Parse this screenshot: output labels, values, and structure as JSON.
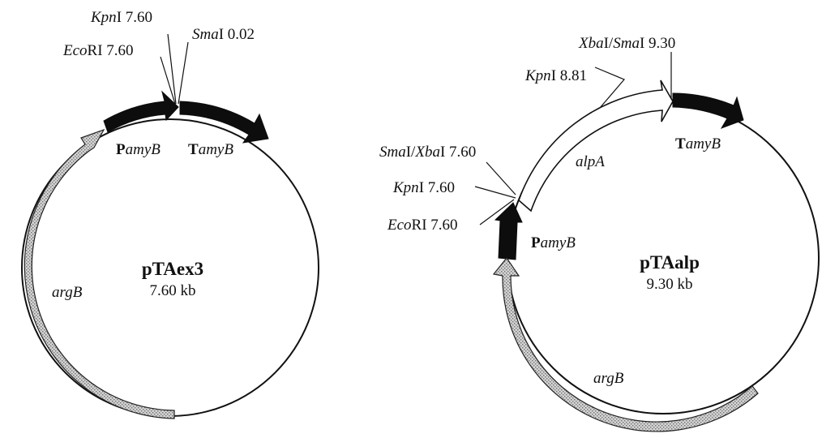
{
  "plasmids": [
    {
      "name": "pTAex3",
      "size": "7.60 kb",
      "features": {
        "promoter": {
          "prefix": "P",
          "gene": "amyB"
        },
        "terminator": {
          "prefix": "T",
          "gene": "amyB"
        },
        "marker": "argB"
      },
      "sites": {
        "kpn": {
          "enzyme": "Kpn",
          "suffix": "I 7.60"
        },
        "eco": {
          "enzyme": "Eco",
          "suffix": "RI 7.60"
        },
        "sma": {
          "enzyme": "Sma",
          "suffix": "I 0.02"
        }
      }
    },
    {
      "name": "pTAalp",
      "size": "9.30 kb",
      "features": {
        "promoter": {
          "prefix": "P",
          "gene": "amyB"
        },
        "terminator": {
          "prefix": "T",
          "gene": "amyB"
        },
        "insert": "alpA",
        "marker": "argB"
      },
      "sites": {
        "xbasma": {
          "enzyme1": "Xba",
          "mid": "I/",
          "enzyme2": "Sma",
          "suffix": "I 9.30"
        },
        "kpn2": {
          "enzyme": "Kpn",
          "suffix": "I 8.81"
        },
        "smaxba": {
          "enzyme1": "Sma",
          "mid": "I/",
          "enzyme2": "Xba",
          "suffix": "I 7.60"
        },
        "kpn1": {
          "enzyme": "Kpn",
          "suffix": "I 7.60"
        },
        "eco": {
          "enzyme": "Eco",
          "suffix": "RI 7.60"
        }
      }
    }
  ],
  "colors": {
    "line": "#111111",
    "dark_arrow": "#0d0d0d",
    "stipple_fill": "#d0d0d0",
    "stipple_dot": "#7a7a7a",
    "open_arrow": "#ffffff"
  }
}
